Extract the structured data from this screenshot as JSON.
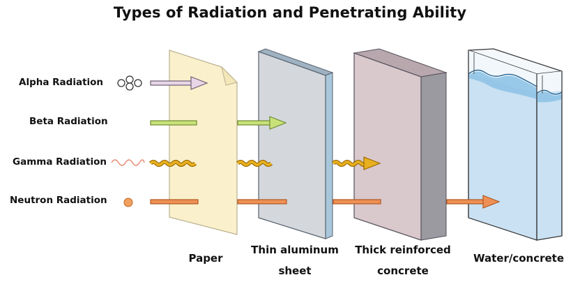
{
  "title": "Types of Radiation and Penetrating Ability",
  "radiation_types": [
    {
      "label": "Alpha Radiation",
      "symbol": "alpha-particle-icon",
      "color": "#e8d6e8",
      "stops_at": "Paper"
    },
    {
      "label": "Beta Radiation",
      "symbol": "none",
      "color": "#c8e27a",
      "stops_at": "Thin aluminum sheet"
    },
    {
      "label": "Gamma Radiation",
      "symbol": "wave-icon",
      "color": "#e8b020",
      "stops_at": "Thick reinforced concrete"
    },
    {
      "label": "Neutron Radiation",
      "symbol": "neutron-dot-icon",
      "color": "#ee9055",
      "stops_at": "Water/concrete"
    }
  ],
  "barriers": [
    {
      "line1": "Paper",
      "line2": "",
      "color": "#faf0cc"
    },
    {
      "line1": "Thin aluminum",
      "line2": "sheet",
      "color": "#d4d8dc"
    },
    {
      "line1": "Thick reinforced",
      "line2": "concrete",
      "color": "#d9c8cc"
    },
    {
      "line1": "Water/concrete",
      "line2": "",
      "color": "#c9e1f3"
    }
  ]
}
